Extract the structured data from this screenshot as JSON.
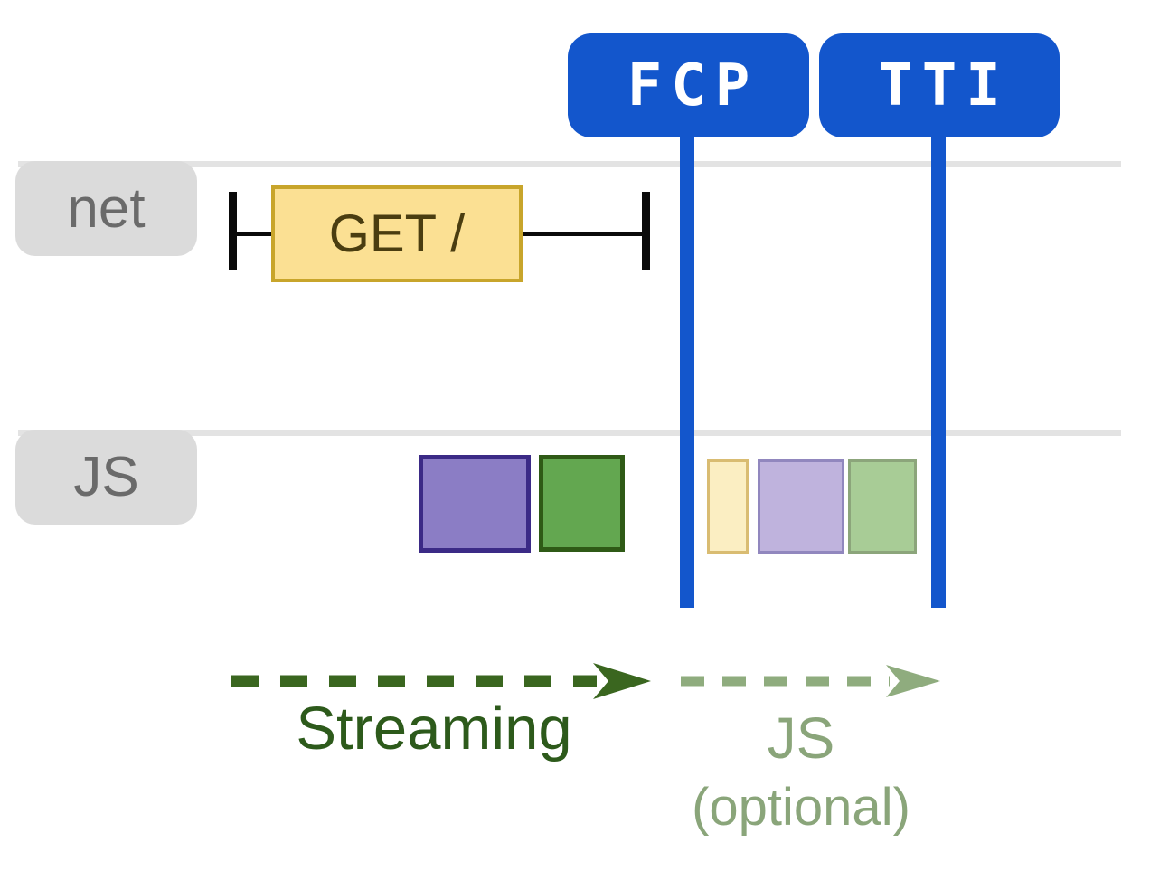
{
  "badges": [
    {
      "label": "FCP"
    },
    {
      "label": "TTI"
    }
  ],
  "lanes": [
    {
      "label": "net"
    },
    {
      "label": "JS"
    }
  ],
  "network": {
    "request_label": "GET /"
  },
  "phases": [
    {
      "label": "Streaming"
    },
    {
      "label": "JS",
      "sublabel": "(optional)"
    }
  ],
  "colors": {
    "blue": "#1356cc",
    "laneLine": "#e3e3e3",
    "tabBg": "#dbdbdb",
    "tabText": "#6a6a6a",
    "measure": "#0a0a0a",
    "requestFill": "#fbe093",
    "requestBorder": "#c8a52b",
    "requestText": "#4a3d10",
    "solidPurple": "#8b7dc5",
    "solidPurpleBorder": "#3b2a86",
    "solidGreen": "#63a750",
    "solidGreenBorder": "#2f5a16",
    "fadedYellow": "#fbeec2",
    "fadedYellowBorder": "#d9bc72",
    "fadedPurple": "#bfb3dd",
    "fadedPurpleBorder": "#9187be",
    "fadedGreen": "#a8cc96",
    "fadedGreenBorder": "#8ca57b",
    "streamArrow": "#3a661f",
    "streamText": "#2d5a1b",
    "optionalArrow": "#8fac7e",
    "optionalText": "#8aa57a"
  }
}
